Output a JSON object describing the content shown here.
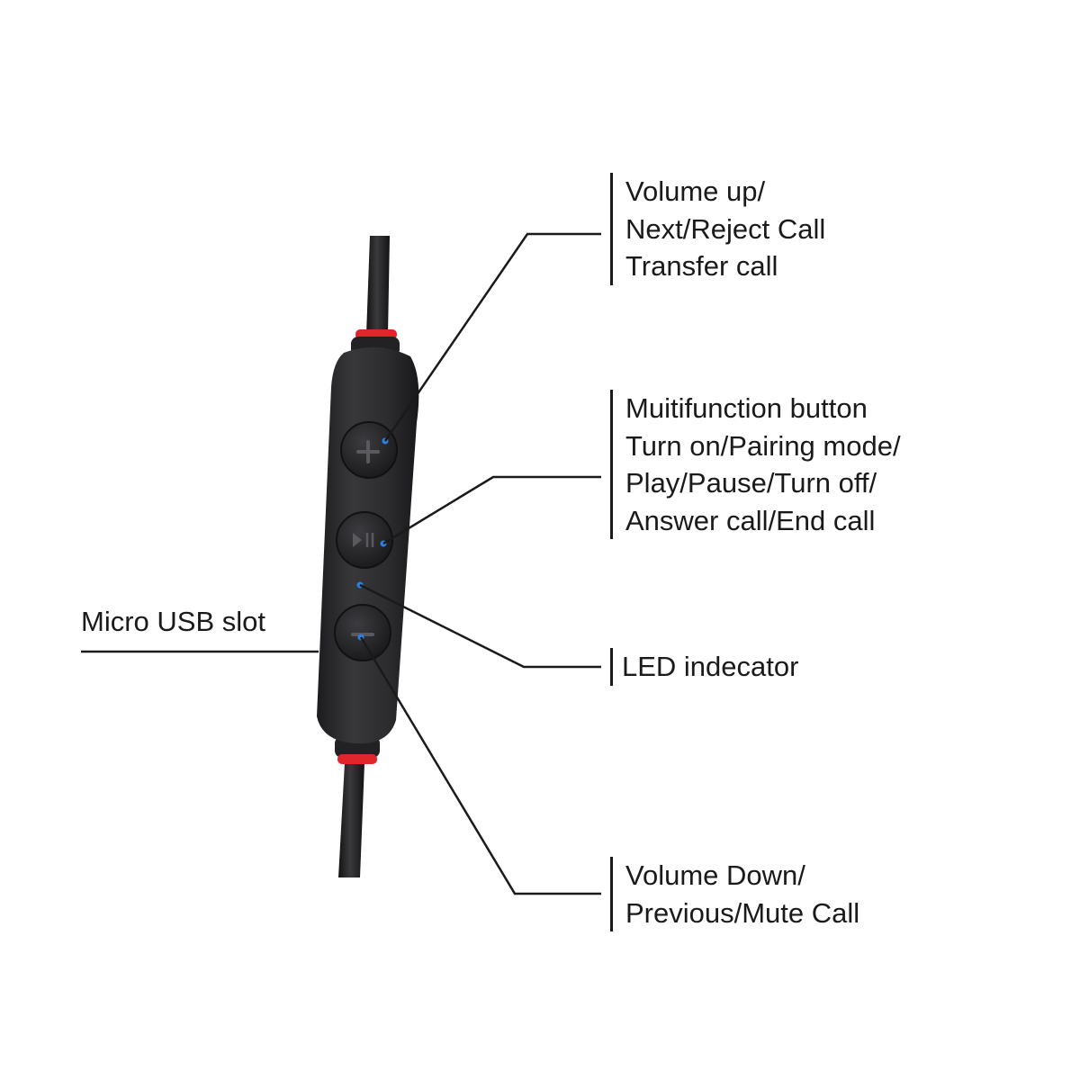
{
  "callouts": {
    "volume_up": {
      "lines": [
        "Volume up/",
        "Next/Reject Call",
        "Transfer call"
      ]
    },
    "multifunction": {
      "lines": [
        "Muitifunction button",
        "Turn on/Pairing mode/",
        "Play/Pause/Turn off/",
        "Answer call/End call"
      ]
    },
    "led": {
      "lines": [
        "LED indecator"
      ]
    },
    "volume_down": {
      "lines": [
        "Volume Down/",
        "Previous/Mute Call"
      ]
    },
    "usb": {
      "label": "Micro USB slot"
    }
  },
  "colors": {
    "remote_body": "#2b2b2e",
    "cable": "#1e1e20",
    "ring_accent": "#e0262b",
    "led_blue": "#2f7fe0",
    "text": "#1a1a1a"
  }
}
